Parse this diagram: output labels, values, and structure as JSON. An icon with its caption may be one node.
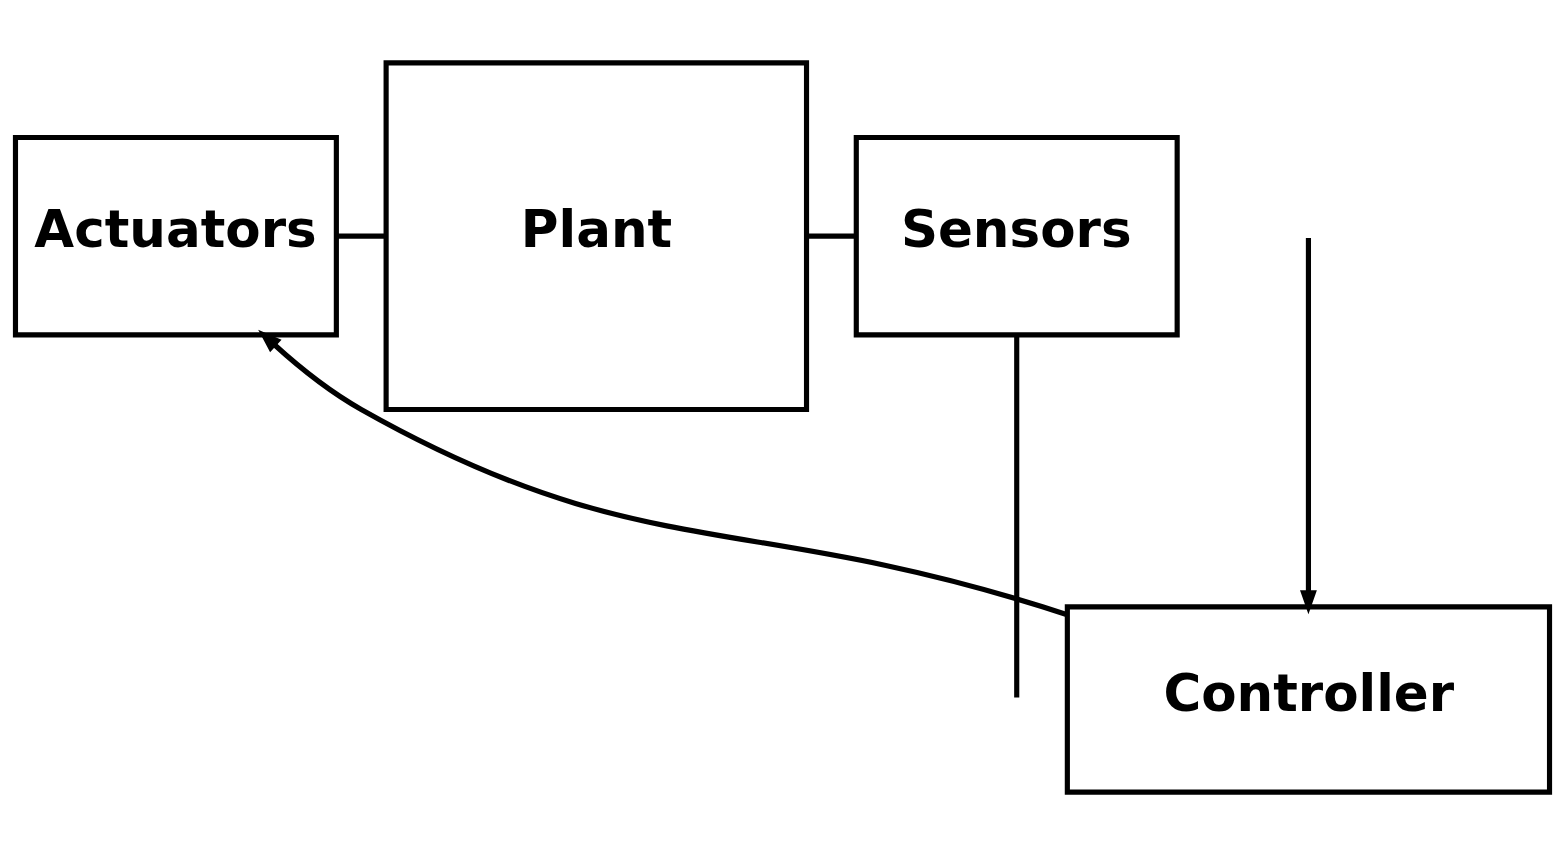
{
  "diagram": {
    "nodes": [
      {
        "text": [
          "Actuators"
        ]
      },
      {
        "text": [
          "Plant"
        ]
      },
      {
        "text": [
          "Sensors"
        ]
      },
      {
        "text": [
          "Controller"
        ]
      }
    ],
    "edges": [
      {
        "from": 0,
        "to": 1,
        "arrow": "none"
      },
      {
        "from": 1,
        "to": 2,
        "arrow": "none"
      },
      {
        "from": 2,
        "to": null,
        "arrow": "none"
      },
      {
        "from": null,
        "to": 3,
        "arrow": "to"
      },
      {
        "from": 3,
        "to": 0,
        "arrow": "to"
      }
    ]
  }
}
